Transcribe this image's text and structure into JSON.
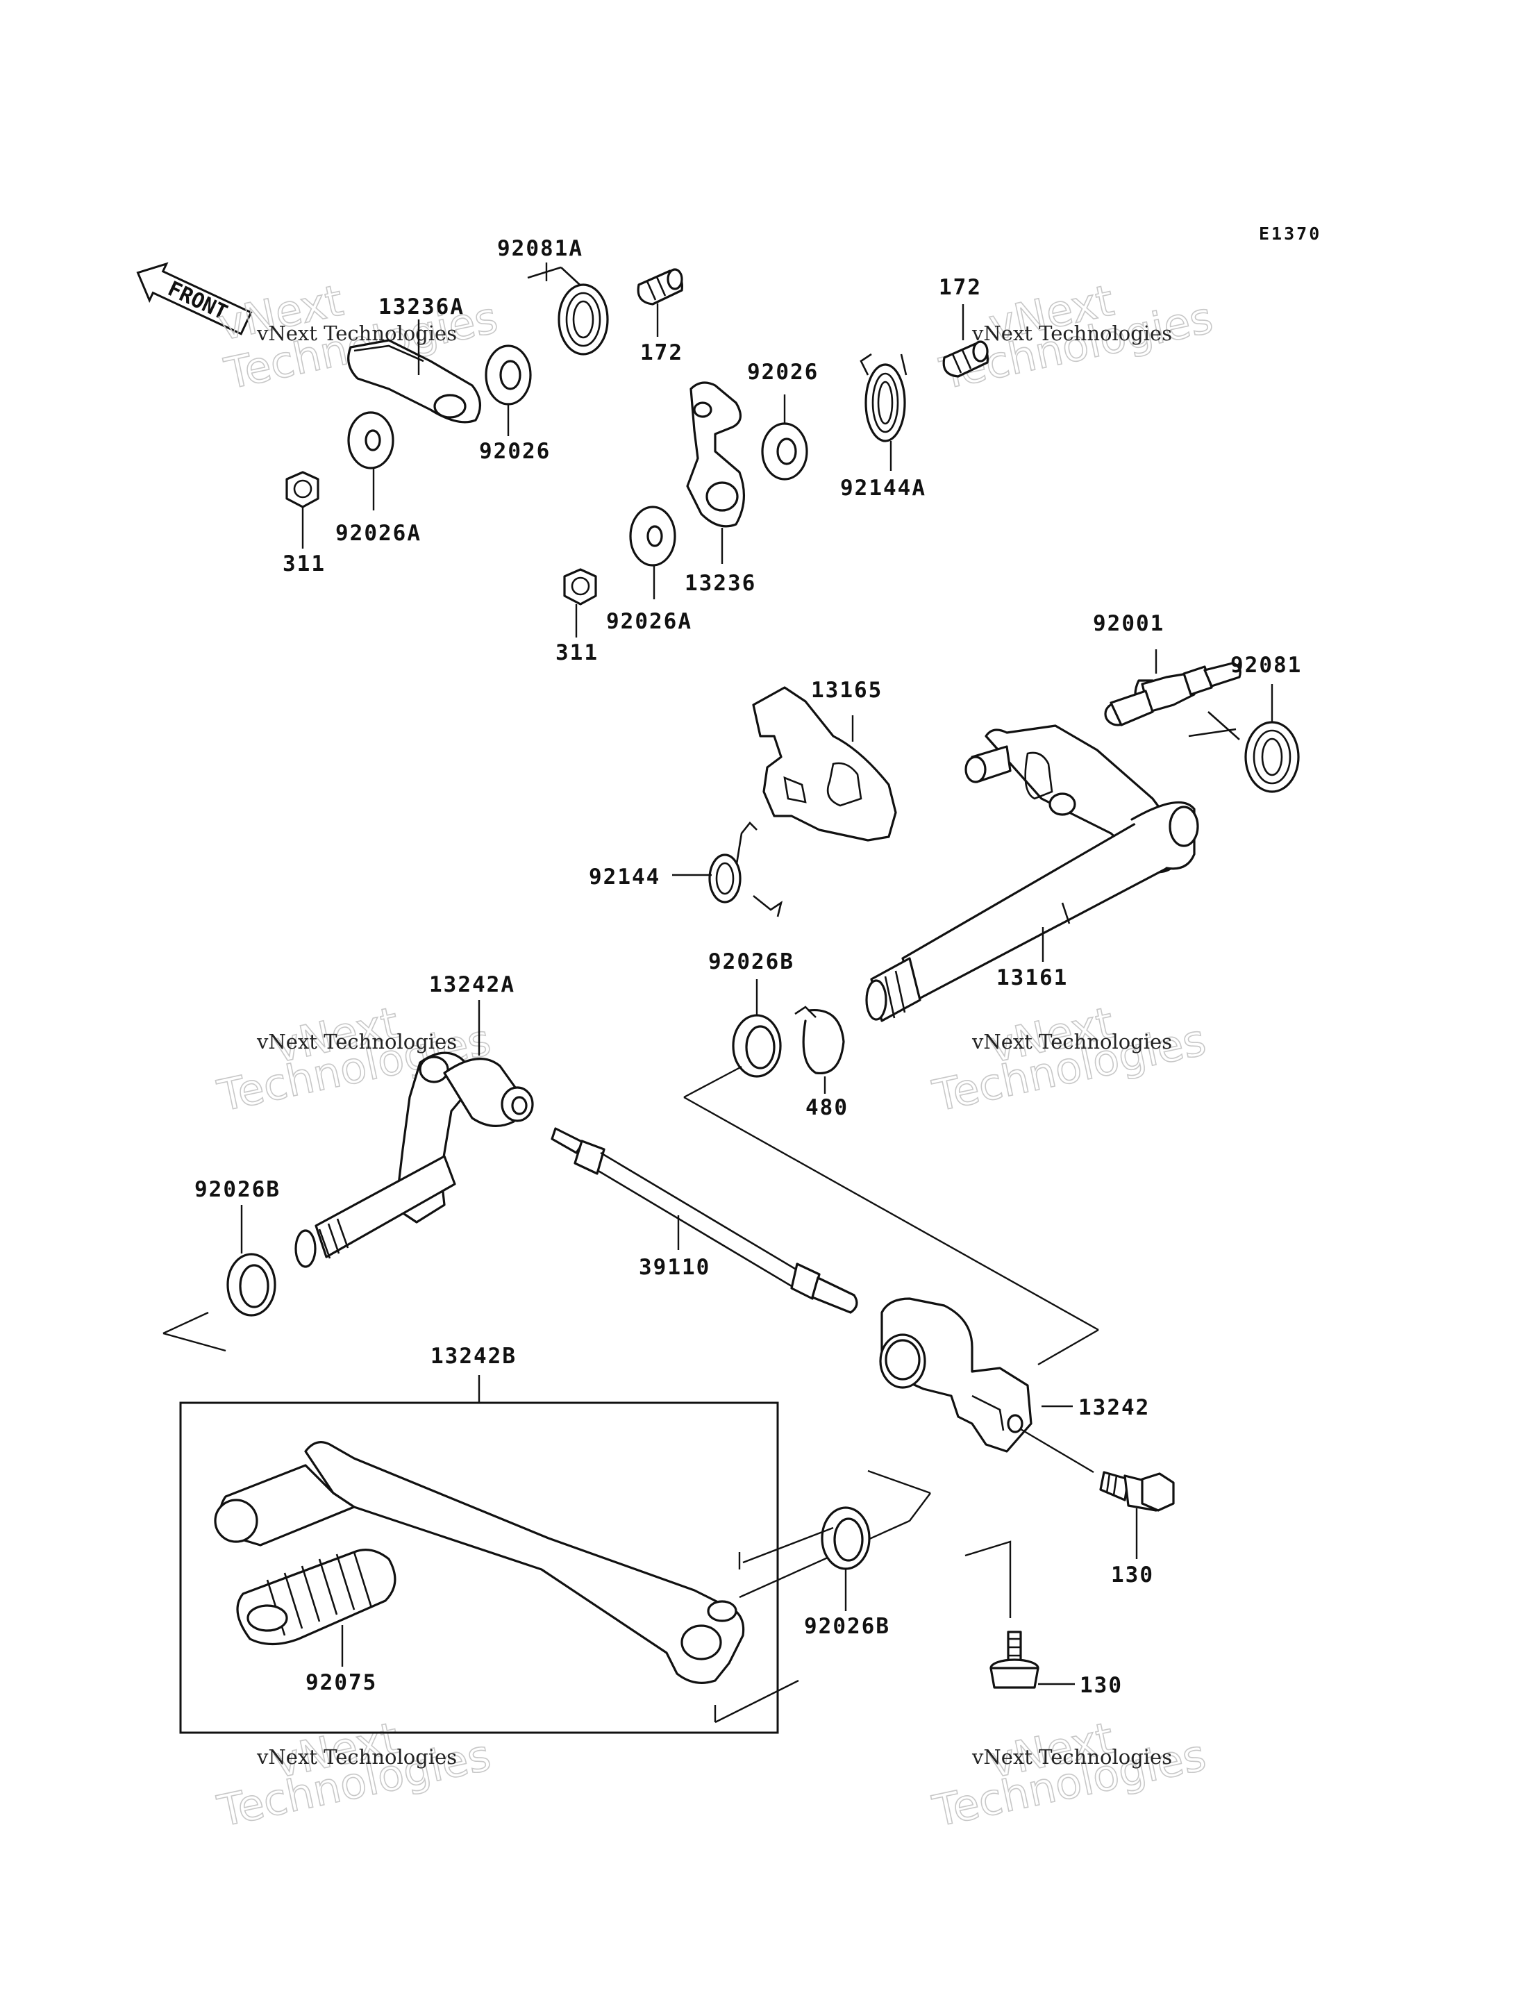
{
  "diagram": {
    "code": "E1370",
    "front_label": "FRONT",
    "watermark_line1": "vNext Technologies",
    "watermark_line2": "vNext Technologies",
    "labels": {
      "p92081A": "92081A",
      "p13236A": "13236A",
      "p172a": "172",
      "p172b": "172",
      "p92026a": "92026",
      "p92026b": "92026",
      "p92144A": "92144A",
      "p311a": "311",
      "p92026Aa": "92026A",
      "p13236": "13236",
      "p311b": "311",
      "p92026Ab": "92026A",
      "p92001": "92001",
      "p92081": "92081",
      "p13165": "13165",
      "p92144": "92144",
      "p13161": "13161",
      "p92026Ba": "92026B",
      "p480": "480",
      "p13242A": "13242A",
      "p92026Bb": "92026B",
      "p39110": "39110",
      "p13242B": "13242B",
      "p13242": "13242",
      "p130a": "130",
      "p92026Bc": "92026B",
      "p92075": "92075",
      "p130b": "130"
    }
  }
}
